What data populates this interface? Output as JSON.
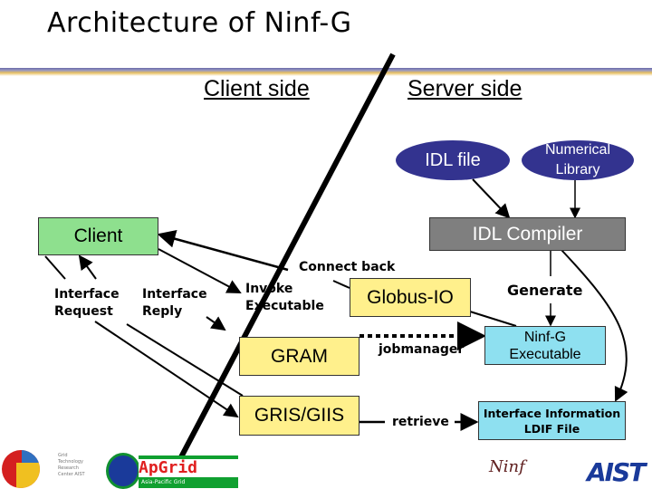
{
  "title": "Architecture of Ninf-G",
  "sides": {
    "client": "Client side",
    "server": "Server side"
  },
  "nodes": {
    "idl_file": "IDL file",
    "numerical_library": "Numerical Library",
    "idl_compiler": "IDL Compiler",
    "client": "Client",
    "globus_io": "Globus-IO",
    "gram": "GRAM",
    "gris_giis": "GRIS/GIIS",
    "ninfg_exec_1": "Ninf-G",
    "ninfg_exec_2": "Executable",
    "iface_info_1": "Interface Information",
    "iface_info_2": "LDIF File"
  },
  "labels": {
    "connect_back": "Connect back",
    "generate": "Generate",
    "iface_request_1": "Interface",
    "iface_request_2": "Request",
    "iface_reply_1": "Interface",
    "iface_reply_2": "Reply",
    "invoke_1": "Invoke",
    "invoke_2": "Executable",
    "jobmanager": "jobmanager",
    "retrieve": "retrieve"
  },
  "logos": {
    "gtrc": "Grid Technology Research Center AIST",
    "apgrid": "ApGrid",
    "apgrid_sub": "Asia-Pacific Grid",
    "ninf": "Ninf",
    "aist": "AIST"
  },
  "colors": {
    "client": "#8ee08e",
    "compiler": "#7f7f7f",
    "yellow": "#fff08c",
    "cyan": "#8ee0f0",
    "ellipse": "#33338f"
  }
}
